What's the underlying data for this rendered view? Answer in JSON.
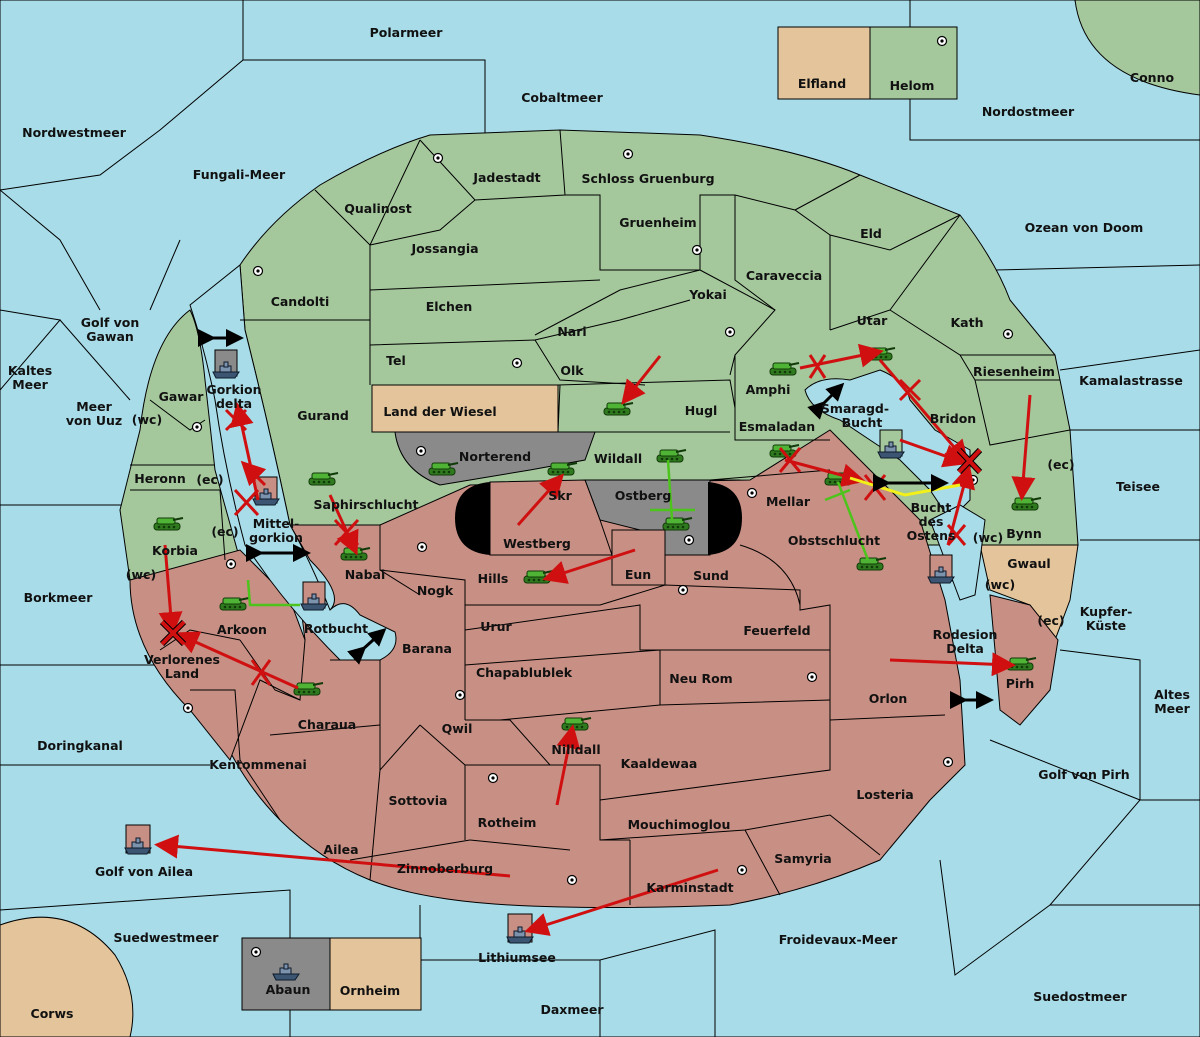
{
  "colors": {
    "sea": "#a8dce8",
    "green_power": "#a4c79c",
    "red_power": "#c88f84",
    "tan_power": "#e4c59b",
    "grey_power": "#8a8a8a",
    "move_arrow": "#d01010",
    "support_green": "#4cc41c",
    "support_yellow": "#f2f018"
  },
  "seas": {
    "polarmeer": "Polarmeer",
    "cobaltmeer": "Cobaltmeer",
    "nordostmeer": "Nordostmeer",
    "nordwestmeer": "Nordwestmeer",
    "fungali": "Fungali-Meer",
    "ozean_doom": "Ozean von Doom",
    "golf_gawan_1": "Golf von",
    "golf_gawan_2": "Gawan",
    "kaltes_1": "Kaltes",
    "kaltes_2": "Meer",
    "meer_uuz_1": "Meer",
    "meer_uuz_2": "von Uuz",
    "kamalastrasse": "Kamalastrasse",
    "teisee": "Teisee",
    "borkmeer": "Borkmeer",
    "kupfer_1": "Kupfer-",
    "kupfer_2": "Küste",
    "altes_1": "Altes",
    "altes_2": "Meer",
    "doringkanal": "Doringkanal",
    "golf_pirh": "Golf von Pirh",
    "golf_ailea": "Golf von Ailea",
    "suedwestmeer": "Suedwestmeer",
    "froidevaux": "Froidevaux-Meer",
    "lithiumsee": "Lithiumsee",
    "daxmeer": "Daxmeer",
    "suedostmeer": "Suedostmeer",
    "corws": "Corws",
    "conno": "Conno",
    "smaragd_1": "Smaragd-",
    "smaragd_2": "Bucht",
    "bucht_1": "Bucht",
    "bucht_2": "des",
    "bucht_3": "Ostens",
    "mittel_1": "Mittel-",
    "mittel_2": "gorkion",
    "gorkion_1": "Gorkion",
    "gorkion_2": "delta",
    "rotbucht": "Rotbucht",
    "rodesion_1": "Rodesion",
    "rodesion_2": "Delta"
  },
  "lands": {
    "elfland": "Elfland",
    "helom": "Helom",
    "jadestadt": "Jadestadt",
    "schloss": "Schloss Gruenburg",
    "qualinost": "Qualinost",
    "gruenheim": "Gruenheim",
    "jossangia": "Jossangia",
    "eld": "Eld",
    "candolti": "Candolti",
    "caraveccia": "Caraveccia",
    "elchen": "Elchen",
    "yokai": "Yokai",
    "nari": "Nari",
    "utar": "Utar",
    "kath": "Kath",
    "tel": "Tel",
    "olk": "Olk",
    "amphi": "Amphi",
    "riesenheim": "Riesenheim",
    "gawar": "Gawar",
    "gurand": "Gurand",
    "wiesel": "Land der Wiesel",
    "hugl": "Hugl",
    "bridon": "Bridon",
    "esmaladan": "Esmaladan",
    "norterend": "Norterend",
    "wildall": "Wildall",
    "heronn": "Heronn",
    "skr": "Skr",
    "ostberg": "Ostberg",
    "mellar": "Mellar",
    "saphir": "Saphirschlucht",
    "westberg": "Westberg",
    "obstschlucht": "Obstschlucht",
    "bynn": "Bynn",
    "korbia": "Korbia",
    "nabai": "Nabai",
    "hills": "Hills",
    "eun": "Eun",
    "sund": "Sund",
    "gwaul": "Gwaul",
    "nogk": "Nogk",
    "arkoon": "Arkoon",
    "urur": "Urur",
    "feuerfeld": "Feuerfeld",
    "verlorenes_1": "Verlorenes",
    "verlorenes_2": "Land",
    "barana": "Barana",
    "chapablublek": "Chapablublek",
    "neurom": "Neu Rom",
    "orlon": "Orlon",
    "pirh": "Pirh",
    "charaua": "Charaua",
    "qwil": "Qwil",
    "kentommenai": "Kentommenai",
    "nilldall": "Nilldall",
    "kaaldewaa": "Kaaldewaa",
    "losteria": "Losteria",
    "sottovia": "Sottovia",
    "rotheim": "Rotheim",
    "mouchimoglou": "Mouchimoglou",
    "ailea": "Ailea",
    "samyria": "Samyria",
    "zinnoberburg": "Zinnoberburg",
    "karminstadt": "Karminstadt",
    "abaun": "Abaun",
    "ornheim": "Ornheim"
  },
  "coasts": {
    "wc": "(wc)",
    "ec": "(ec)"
  }
}
